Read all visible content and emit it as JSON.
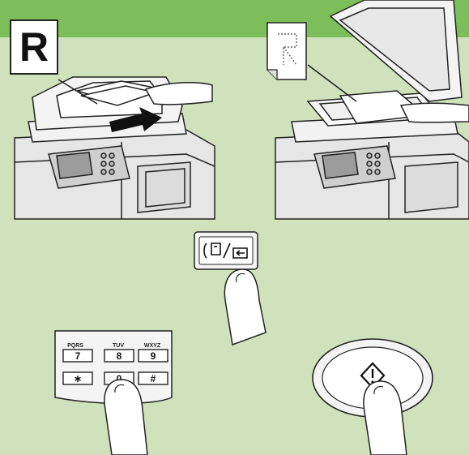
{
  "colors": {
    "band": "#7cbf5a",
    "background": "#cfe2bc",
    "device": "#eeeeee",
    "outline": "#222222"
  },
  "original_label": "R",
  "fax_send_button": {
    "icon": "fax-send-icon"
  },
  "keypad": {
    "letters": [
      "PQRS",
      "TUV",
      "WXYZ"
    ],
    "digits": [
      "7",
      "8",
      "9"
    ],
    "bottom_row": [
      "∗",
      "0",
      "#"
    ]
  },
  "start_button": {
    "icon": "start-diamond-icon"
  }
}
